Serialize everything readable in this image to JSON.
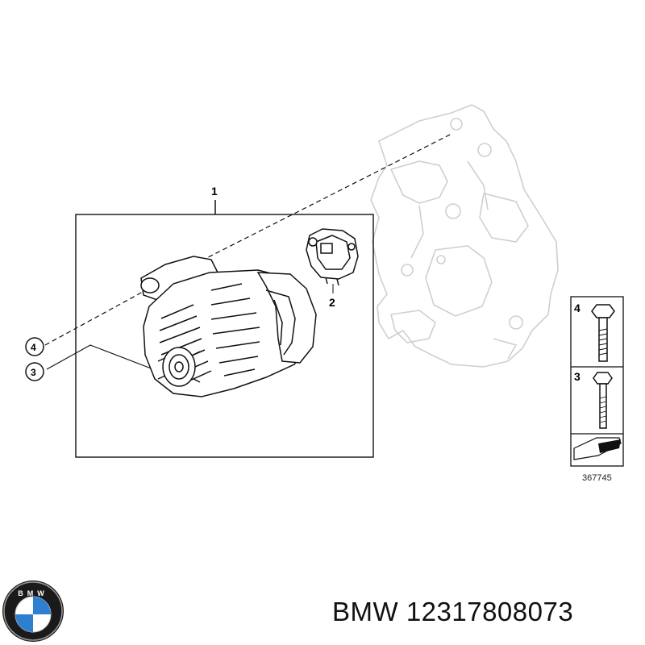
{
  "callouts": {
    "assembly": "1",
    "regulator": "2",
    "bolt_small": "3",
    "bolt_large": "4"
  },
  "hardware_panel": {
    "bolt_large_label": "4",
    "bolt_small_label": "3"
  },
  "drawing_number": "367745",
  "brand": {
    "name": "BMW",
    "logo_letters": "BMW"
  },
  "part_number_text": "BMW 12317808073",
  "colors": {
    "logo_blue": "#2f7fd0",
    "logo_ring": "#1a1a1a",
    "ghost_line": "#cfcfcf"
  }
}
